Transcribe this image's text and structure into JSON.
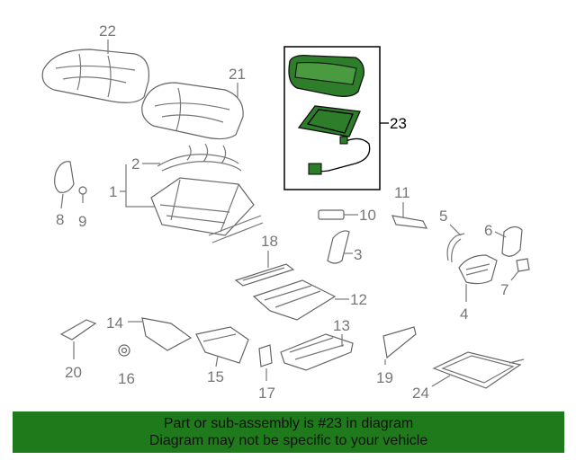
{
  "colors": {
    "highlight": "#2e7d2a",
    "banner": "#1e7a1a"
  },
  "callouts": {
    "c1": "1",
    "c2": "2",
    "c3": "3",
    "c4": "4",
    "c5": "5",
    "c6": "6",
    "c7": "7",
    "c8": "8",
    "c9": "9",
    "c10": "10",
    "c11": "11",
    "c12": "12",
    "c13": "13",
    "c14": "14",
    "c15": "15",
    "c16": "16",
    "c17": "17",
    "c18": "18",
    "c19": "19",
    "c20": "20",
    "c21": "21",
    "c22": "22",
    "c23": "23",
    "c24": "24"
  },
  "highlighted_part": "23",
  "footer": {
    "line1": "Part or sub-assembly is #23 in diagram",
    "line2": "Diagram may not be specific to your vehicle"
  }
}
